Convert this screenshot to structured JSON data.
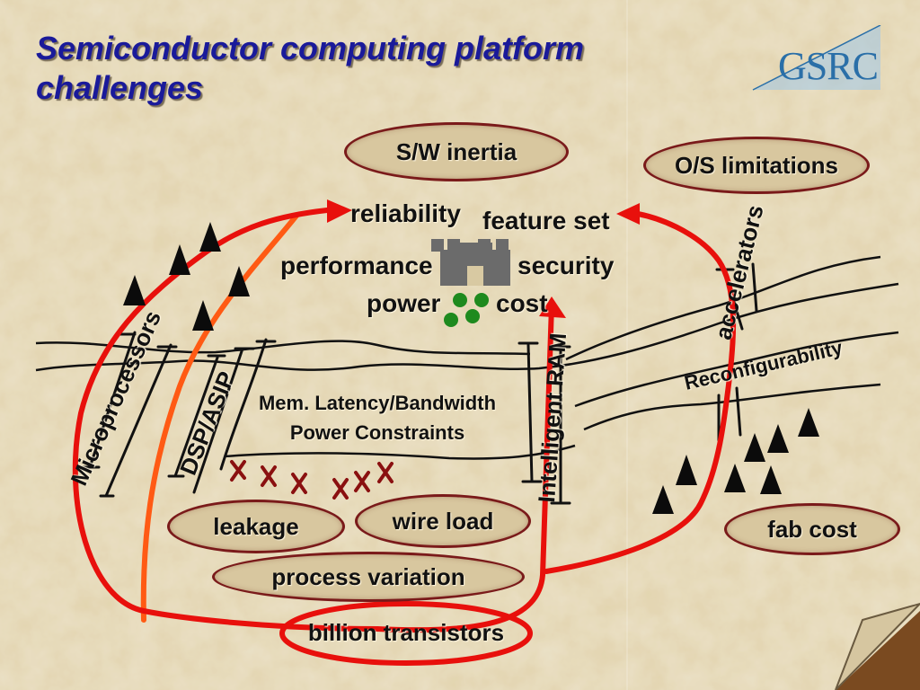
{
  "slide": {
    "title_line1": "Semiconductor computing platform",
    "title_line2": "challenges",
    "logo_text": "GSRC"
  },
  "ovals": {
    "sw_inertia": "S/W inertia",
    "os_limitations": "O/S limitations",
    "leakage": "leakage",
    "wire_load": "wire load",
    "process_variation": "process variation",
    "fab_cost": "fab cost",
    "billion_transistors": "billion transistors"
  },
  "goals": {
    "reliability": "reliability",
    "feature_set": "feature set",
    "performance": "performance",
    "security": "security",
    "power": "power",
    "cost": "cost"
  },
  "paths": {
    "microprocessors": "Microprocessors",
    "dsp_asip": "DSP/ASIP",
    "intelligent_ram": "Intelligent RAM",
    "accelerators": "accelerators",
    "reconfigurability": "Reconfigurability"
  },
  "constraints": {
    "line1": "Mem. Latency/Bandwidth",
    "line2": "Power Constraints"
  },
  "colors": {
    "title": "#1a1a9a",
    "arrow_red": "#e8100c",
    "arrow_orange": "#ff5a14",
    "oval_border": "#7a1a1a",
    "castle": "#6b6b6b",
    "dots": "#1e8a1e",
    "x_marks": "#8a1010"
  },
  "icons": [
    "castle-icon",
    "cost-dots-icon",
    "mountain-icon",
    "x-mark-icon",
    "page-curl-icon"
  ]
}
